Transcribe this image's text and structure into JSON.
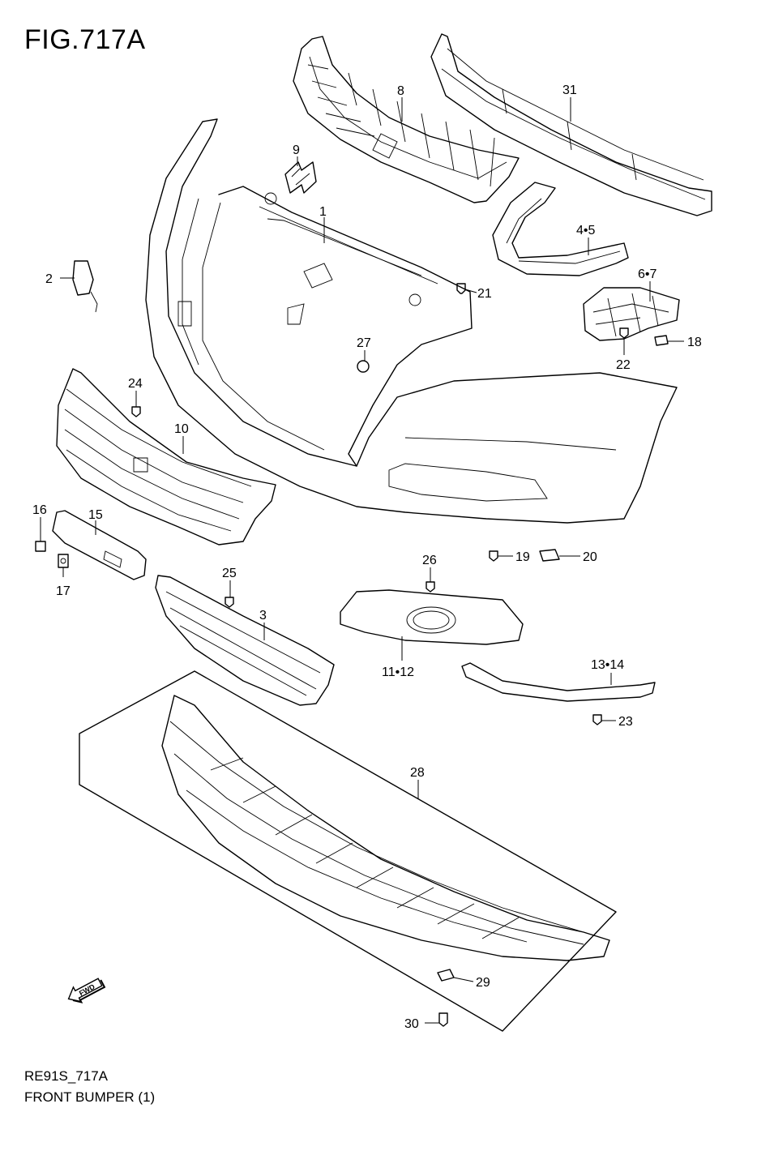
{
  "figure": {
    "id": "FIG.717A",
    "code": "RE91S_717A",
    "name": "FRONT BUMPER (1)"
  },
  "fwd_label": "FWD",
  "callouts": [
    {
      "key": "c1",
      "text": "1"
    },
    {
      "key": "c2",
      "text": "2"
    },
    {
      "key": "c3",
      "text": "3"
    },
    {
      "key": "c4_5",
      "text": "4•5"
    },
    {
      "key": "c6_7",
      "text": "6•7"
    },
    {
      "key": "c8",
      "text": "8"
    },
    {
      "key": "c9",
      "text": "9"
    },
    {
      "key": "c10",
      "text": "10"
    },
    {
      "key": "c11_12",
      "text": "11•12"
    },
    {
      "key": "c13_14",
      "text": "13•14"
    },
    {
      "key": "c15",
      "text": "15"
    },
    {
      "key": "c16",
      "text": "16"
    },
    {
      "key": "c17",
      "text": "17"
    },
    {
      "key": "c18",
      "text": "18"
    },
    {
      "key": "c19",
      "text": "19"
    },
    {
      "key": "c20",
      "text": "20"
    },
    {
      "key": "c21",
      "text": "21"
    },
    {
      "key": "c22",
      "text": "22"
    },
    {
      "key": "c23",
      "text": "23"
    },
    {
      "key": "c24",
      "text": "24"
    },
    {
      "key": "c25",
      "text": "25"
    },
    {
      "key": "c26",
      "text": "26"
    },
    {
      "key": "c27",
      "text": "27"
    },
    {
      "key": "c28",
      "text": "28"
    },
    {
      "key": "c29",
      "text": "29"
    },
    {
      "key": "c30",
      "text": "30"
    },
    {
      "key": "c31",
      "text": "31"
    }
  ]
}
